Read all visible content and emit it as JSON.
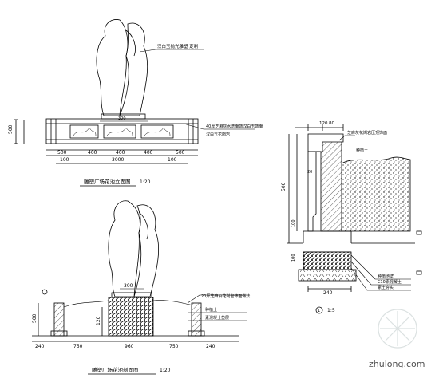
{
  "elevation": {
    "annotation_statue": "汉白玉抛光雕塑 定制",
    "annotation_base_1": "40厚芝麻灰水洗面饰汉白玉饰面",
    "annotation_base_2": "汉白玉花岗岩",
    "dim_height": "500",
    "dim_top": "300",
    "dim_row": [
      "500",
      "400",
      "400",
      "400",
      "500"
    ],
    "dim_sub": [
      "100",
      "3000",
      "100"
    ],
    "title": "雕塑广场花池立面图",
    "scale": "1:20"
  },
  "section": {
    "dim_top": "300",
    "dim_height": "500",
    "dim_bottom": "120",
    "dim_row": [
      "240",
      "750",
      "960",
      "750",
      "240"
    ],
    "annotation_1": "20厚芝麻白花岗岩饰面做法",
    "annotation_2": "种植土",
    "annotation_3": "素混凝土垫层",
    "title": "雕塑广场花池剖面图",
    "scale": "1:20"
  },
  "detail": {
    "dim_top_1": "120",
    "dim_top_2": "80",
    "dim_height": "500",
    "dim_mid": "20",
    "dim_low": "100",
    "dim_base": "100",
    "dim_bottom": "240",
    "annotation_1": "芝麻灰花岗岩压顶饰面",
    "annotation_2": "种植土",
    "annotation_3": "种植池壁",
    "annotation_4": "C10素混凝土",
    "annotation_5": "素土夯实",
    "label_number": "1",
    "scale": "1:5"
  },
  "watermark": {
    "text": "zhulong.com"
  }
}
